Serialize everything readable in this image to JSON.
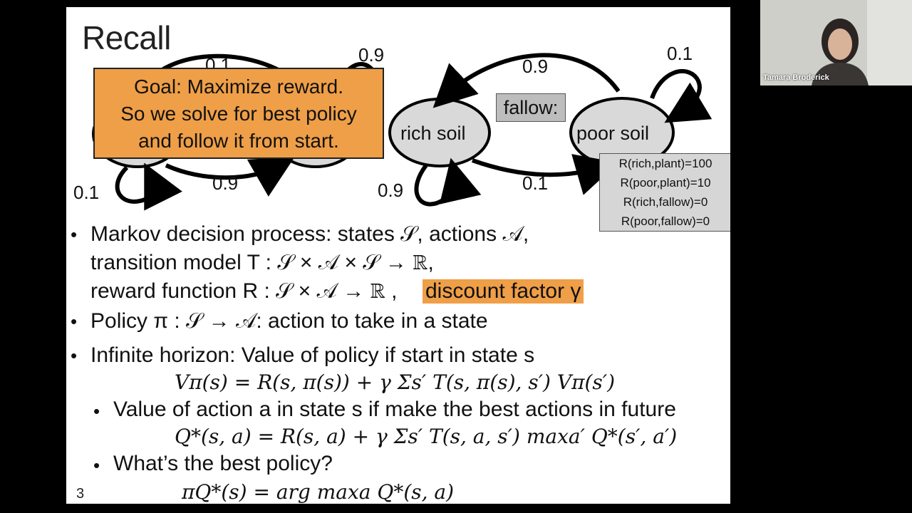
{
  "slide": {
    "title": "Recall",
    "page_number": "3",
    "goal_box": [
      "Goal: Maximize reward.",
      "So we solve for best policy",
      "and follow it from start."
    ],
    "diagram": {
      "rich_soil": "rich soil",
      "poor_soil": "poor soil",
      "fallow_label": "fallow:",
      "prob_top_left": "0.1",
      "prob_top_mid": "0.9",
      "prob_fallow_top": "0.9",
      "prob_poor_self": "0.1",
      "prob_left_bottom_self": "0.1",
      "prob_left_bottom_mid": "0.9",
      "prob_rich_self": "0.9",
      "prob_rich_to_poor": "0.1"
    },
    "rewards": [
      "R(rich,plant)=100",
      "R(poor,plant)=10",
      "R(rich,fallow)=0",
      "R(poor,fallow)=0"
    ],
    "bullets": {
      "mdp_line1": "Markov decision process: states 𝒮, actions 𝒜,",
      "mdp_line2": "transition model T : 𝒮 × 𝒜 × 𝒮 → ℝ,",
      "mdp_line3": "reward function R : 𝒮 × 𝒜 → ℝ ,",
      "discount": "discount factor γ",
      "policy": "Policy π : 𝒮 → 𝒜: action to take in a state",
      "infinite": "Infinite horizon: Value of policy if start in state s",
      "eq_value": "Vπ(s) = R(s, π(s)) + γ Σs′ T(s, π(s), s′) Vπ(s′)",
      "sub_value": "Value of action a in state s if make the best actions in future",
      "eq_q": "Q*(s, a) = R(s, a) + γ Σs′ T(s, a, s′) maxa′ Q*(s′, a′)",
      "sub_best": "What’s the best policy?",
      "eq_pi": "πQ*(s) = arg maxa Q*(s, a)"
    }
  },
  "webcam": {
    "participant_name": "Tamara Broderick"
  },
  "colors": {
    "highlight_orange": "#ef9f47",
    "state_gray": "#d9d9d9",
    "background": "#000000"
  }
}
